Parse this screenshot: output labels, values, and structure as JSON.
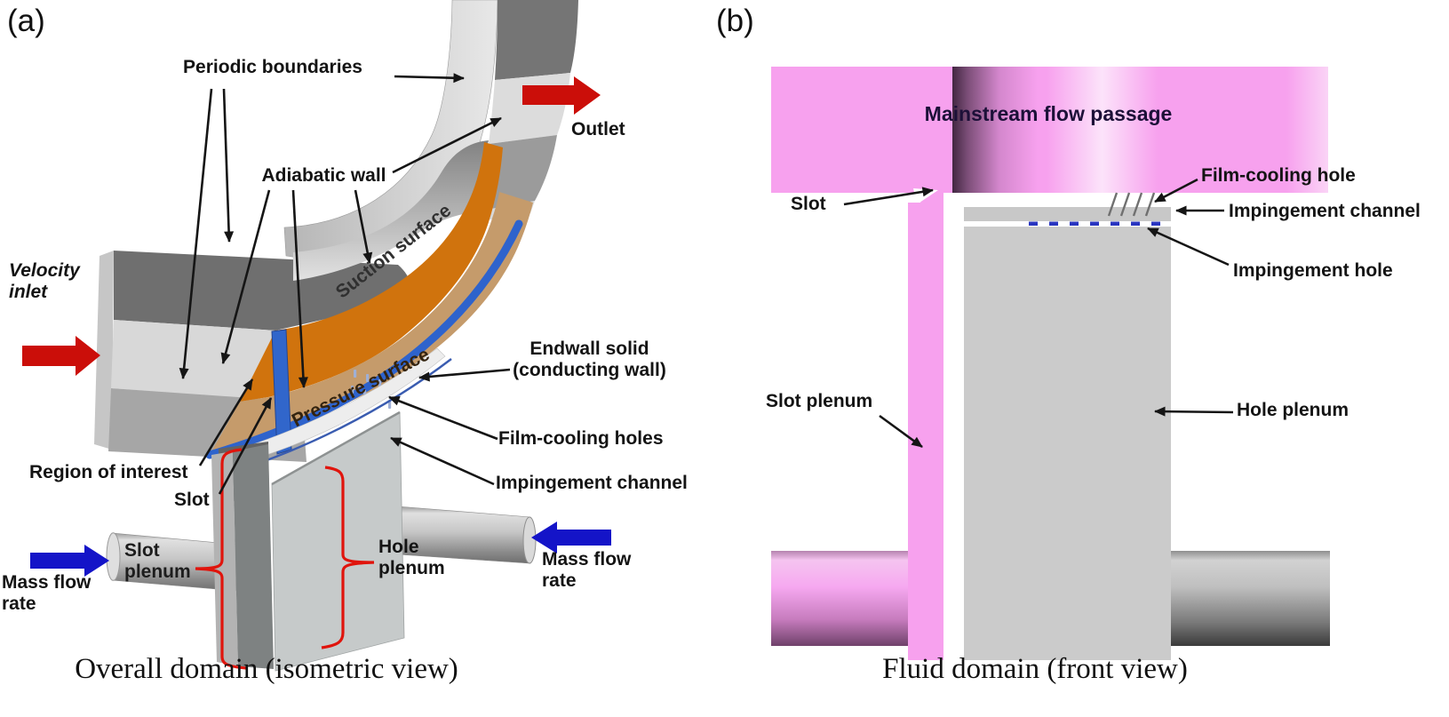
{
  "panel_a": {
    "panel_letter": "(a)",
    "caption": "Overall domain (isometric view)",
    "labels": {
      "periodic_boundaries": "Periodic boundaries",
      "adiabatic_wall": "Adiabatic wall",
      "velocity_inlet": "Velocity inlet",
      "outlet": "Outlet",
      "suction_surface": "Suction surface",
      "pressure_surface": "Pressure surface",
      "endwall_solid_1": "Endwall solid",
      "endwall_solid_2": "(conducting wall)",
      "film_cooling_holes": "Film-cooling holes",
      "impingement_channel": "Impingement channel",
      "region_of_interest": "Region of interest",
      "slot": "Slot",
      "slot_plenum": "Slot plenum",
      "hole_plenum": "Hole plenum",
      "mass_flow_rate_left": "Mass flow rate",
      "mass_flow_rate_right": "Mass flow rate"
    }
  },
  "panel_b": {
    "panel_letter": "(b)",
    "caption": "Fluid domain (front view)",
    "labels": {
      "mainstream_flow_passage": "Mainstream flow passage",
      "slot": "Slot",
      "film_cooling_hole": "Film-cooling hole",
      "impingement_channel": "Impingement channel",
      "impingement_hole": "Impingement hole",
      "slot_plenum": "Slot plenum",
      "hole_plenum": "Hole plenum"
    }
  },
  "colors": {
    "red_flow_arrow": "#CB0E09",
    "blue_flow_arrow": "#1414C8",
    "endwall_top_orange": "#D0730D",
    "endwall_face_tan": "#C59B6B",
    "slot_blue": "#3166CB",
    "coolant_pink": "#F7A1EE",
    "metal_gray": "#C8C8C8",
    "red_bracket": "#E0140C",
    "impingement_hole_blue": "#2A36C0"
  }
}
